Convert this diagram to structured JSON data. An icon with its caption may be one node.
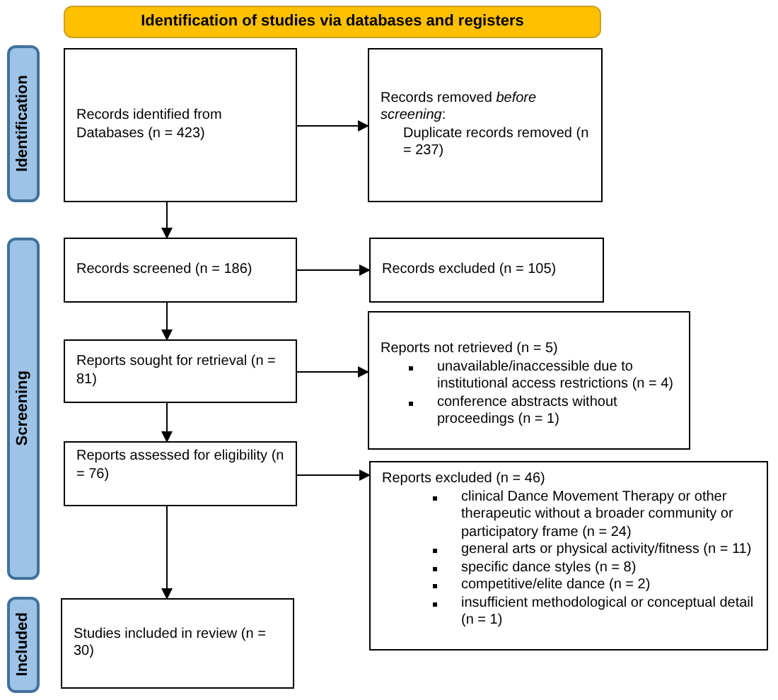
{
  "diagram": {
    "nodes": [
      {
        "text": [
          "Identification of studies via databases and registers"
        ]
      },
      {
        "text": [
          "Identification"
        ]
      },
      {
        "text": [
          "Screening"
        ]
      },
      {
        "text": [
          "Included"
        ]
      },
      {
        "text": [
          "Records identified from Databases (n = 423)"
        ]
      },
      {
        "text": [
          "Records removed *before screening*:",
          "Duplicate records removed (n = 237)"
        ]
      },
      {
        "text": [
          "Records screened (n = 186)"
        ]
      },
      {
        "text": [
          "Records excluded (n = 105)"
        ]
      },
      {
        "text": [
          "Reports sought for retrieval (n = 81)"
        ]
      },
      {
        "text": [
          "Reports not retrieved (n = 5)",
          "unavailable/inaccessible due to institutional access restrictions (n = 4)",
          "conference abstracts without proceedings (n = 1)"
        ]
      },
      {
        "text": [
          "Reports assessed for eligibility (n = 76)"
        ]
      },
      {
        "text": [
          "Reports excluded (n = 46)",
          "clinical Dance Movement Therapy or other therapeutic without a broader community or participatory frame (n = 24)",
          "general arts or physical activity/fitness (n = 11)",
          "specific dance styles (n = 8)",
          "competitive/elite dance (n = 2)",
          "insufficient methodological or conceptual detail (n = 1)"
        ]
      },
      {
        "text": [
          "Studies included in review (n = 30)"
        ]
      }
    ],
    "edges": [
      {
        "from": 4,
        "to": 5,
        "arrow": "to"
      },
      {
        "from": 4,
        "to": 6,
        "arrow": "to"
      },
      {
        "from": 6,
        "to": 7,
        "arrow": "to"
      },
      {
        "from": 6,
        "to": 8,
        "arrow": "to"
      },
      {
        "from": 8,
        "to": 9,
        "arrow": "to"
      },
      {
        "from": 8,
        "to": 10,
        "arrow": "to"
      },
      {
        "from": 10,
        "to": 11,
        "arrow": "to"
      },
      {
        "from": 10,
        "to": 12,
        "arrow": "to"
      }
    ]
  }
}
